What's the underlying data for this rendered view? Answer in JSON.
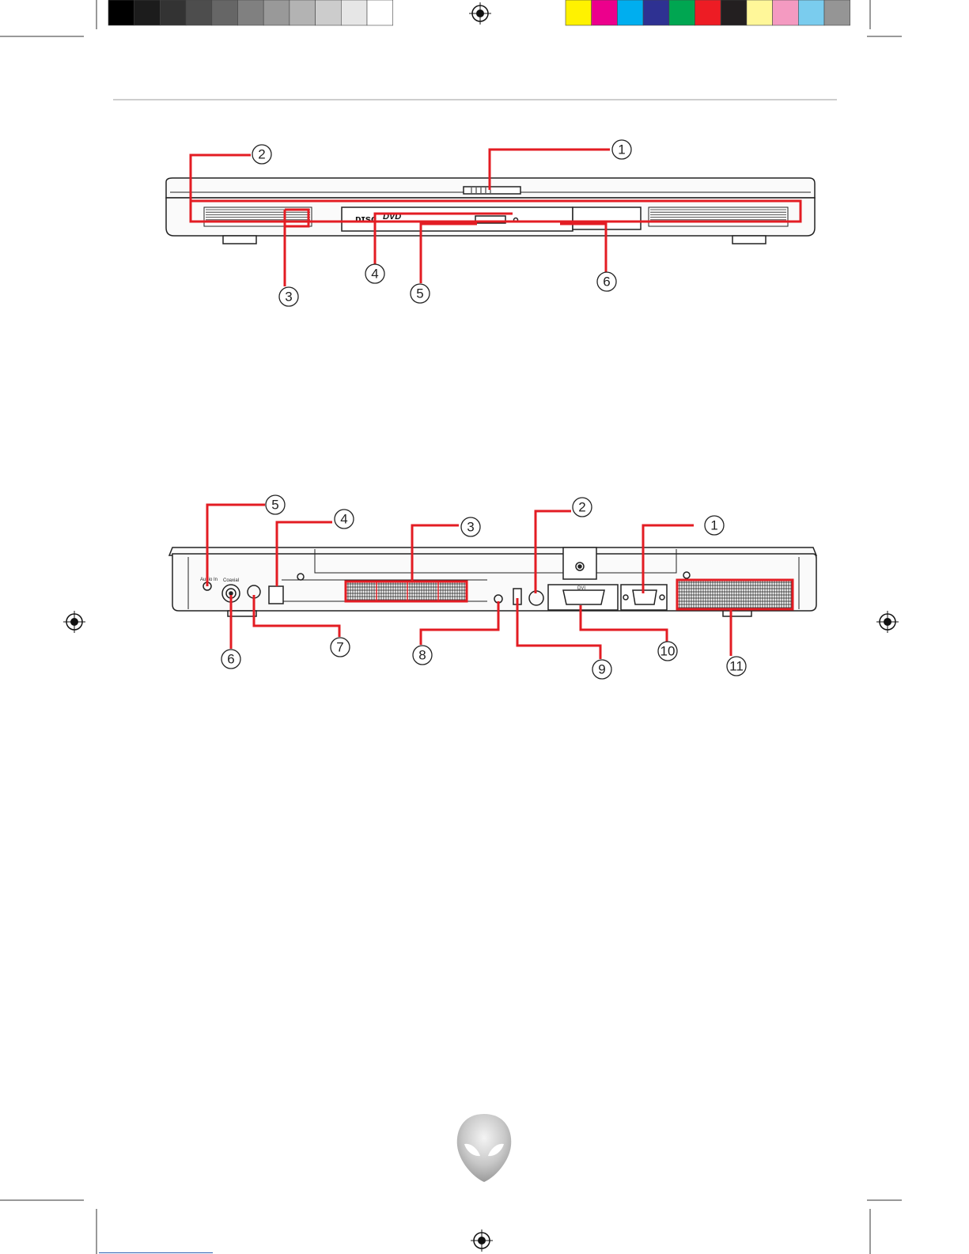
{
  "color_bars": {
    "gray_left": [
      "#000000",
      "#1c1c1c",
      "#333333",
      "#4d4d4d",
      "#666666",
      "#808080",
      "#999999",
      "#b3b3b3",
      "#cccccc",
      "#e6e6e6",
      "#ffffff"
    ],
    "color_right": [
      "#fff200",
      "#ec008c",
      "#00aeef",
      "#2e3192",
      "#00a651",
      "#ed1c24",
      "#231f20",
      "#fff799",
      "#f49ac1",
      "#7accee",
      "#959595"
    ]
  },
  "front_view": {
    "callouts": [
      "1",
      "2",
      "3",
      "4",
      "5",
      "6"
    ],
    "optical_drive": {
      "cd_logo": "disc-logo",
      "dvd_logo": "DVD"
    }
  },
  "rear_view": {
    "callouts": [
      "1",
      "2",
      "3",
      "4",
      "5",
      "6",
      "7",
      "8",
      "9",
      "10",
      "11"
    ],
    "port_labels": {
      "audio": "Audio In",
      "coax": "Coaxial",
      "dvi": "DVI"
    }
  },
  "icons": [
    "registration-mark-icon",
    "alien-head-logo-icon"
  ],
  "highlight_color": "#e31c23"
}
